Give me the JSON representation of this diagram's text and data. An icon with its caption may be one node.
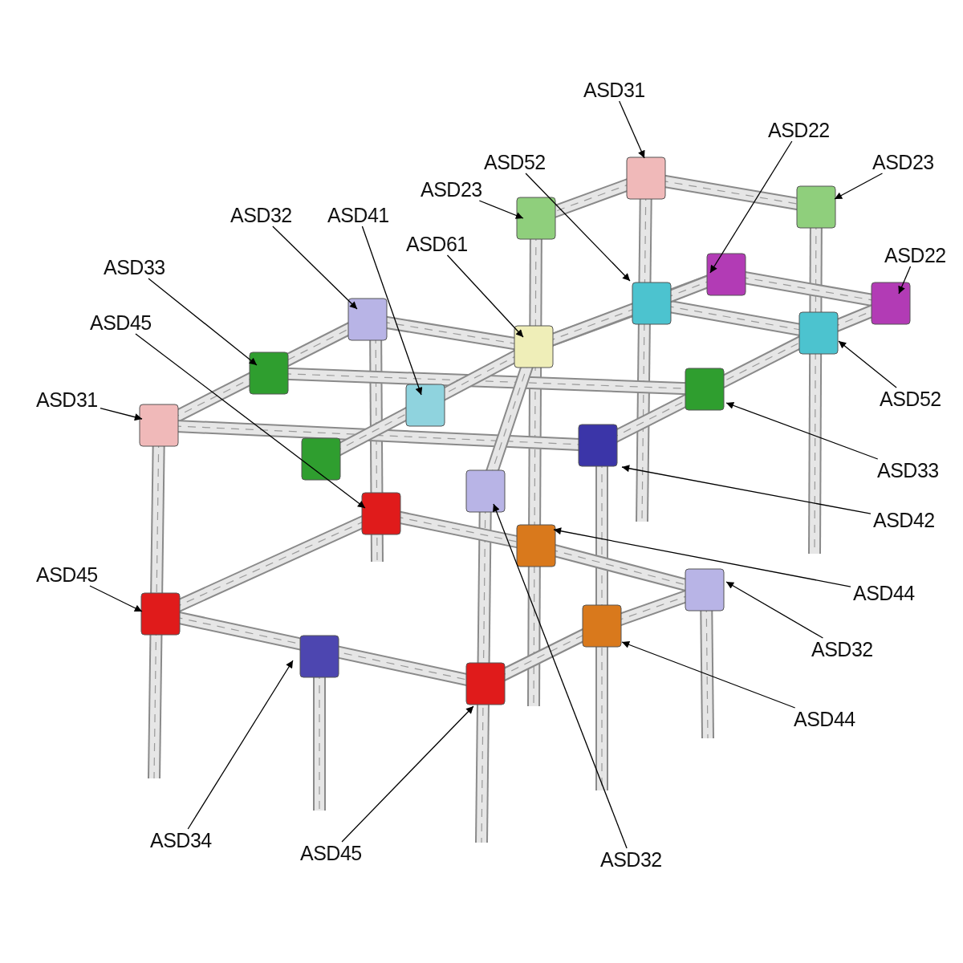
{
  "diagram": {
    "nodes": [
      {
        "text": [
          "ASD31"
        ]
      },
      {
        "text": [
          "ASD22"
        ]
      },
      {
        "text": [
          "ASD52"
        ]
      },
      {
        "text": [
          "ASD23"
        ]
      },
      {
        "text": [
          "ASD23"
        ]
      },
      {
        "text": [
          "ASD32"
        ]
      },
      {
        "text": [
          "ASD41"
        ]
      },
      {
        "text": [
          "ASD61"
        ]
      },
      {
        "text": [
          "ASD22"
        ]
      },
      {
        "text": [
          "ASD33"
        ]
      },
      {
        "text": [
          "ASD45"
        ]
      },
      {
        "text": [
          "ASD31"
        ]
      },
      {
        "text": [
          "ASD52"
        ]
      },
      {
        "text": [
          "ASD33"
        ]
      },
      {
        "text": [
          "ASD42"
        ]
      },
      {
        "text": [
          "ASD45"
        ]
      },
      {
        "text": [
          "ASD44"
        ]
      },
      {
        "text": [
          "ASD32"
        ]
      },
      {
        "text": [
          "ASD44"
        ]
      },
      {
        "text": [
          "ASD34"
        ]
      },
      {
        "text": [
          "ASD45"
        ]
      },
      {
        "text": [
          "ASD32"
        ]
      }
    ],
    "edges": [
      {
        "from": 0,
        "to": null,
        "arrow": "to"
      },
      {
        "from": 1,
        "to": null,
        "arrow": "to"
      },
      {
        "from": 2,
        "to": null,
        "arrow": "to"
      },
      {
        "from": 3,
        "to": null,
        "arrow": "to"
      },
      {
        "from": 4,
        "to": null,
        "arrow": "to"
      },
      {
        "from": 5,
        "to": null,
        "arrow": "to"
      },
      {
        "from": 6,
        "to": null,
        "arrow": "to"
      },
      {
        "from": 7,
        "to": null,
        "arrow": "to"
      },
      {
        "from": 8,
        "to": null,
        "arrow": "to"
      },
      {
        "from": 9,
        "to": null,
        "arrow": "to"
      },
      {
        "from": 10,
        "to": null,
        "arrow": "to"
      },
      {
        "from": 11,
        "to": null,
        "arrow": "to"
      },
      {
        "from": 12,
        "to": null,
        "arrow": "to"
      },
      {
        "from": 13,
        "to": null,
        "arrow": "to"
      },
      {
        "from": 14,
        "to": null,
        "arrow": "to"
      },
      {
        "from": 15,
        "to": null,
        "arrow": "to"
      },
      {
        "from": 16,
        "to": null,
        "arrow": "to"
      },
      {
        "from": 17,
        "to": null,
        "arrow": "to"
      },
      {
        "from": 18,
        "to": null,
        "arrow": "to"
      },
      {
        "from": 19,
        "to": null,
        "arrow": "to"
      },
      {
        "from": 20,
        "to": null,
        "arrow": "to"
      },
      {
        "from": 21,
        "to": null,
        "arrow": "to"
      }
    ]
  }
}
